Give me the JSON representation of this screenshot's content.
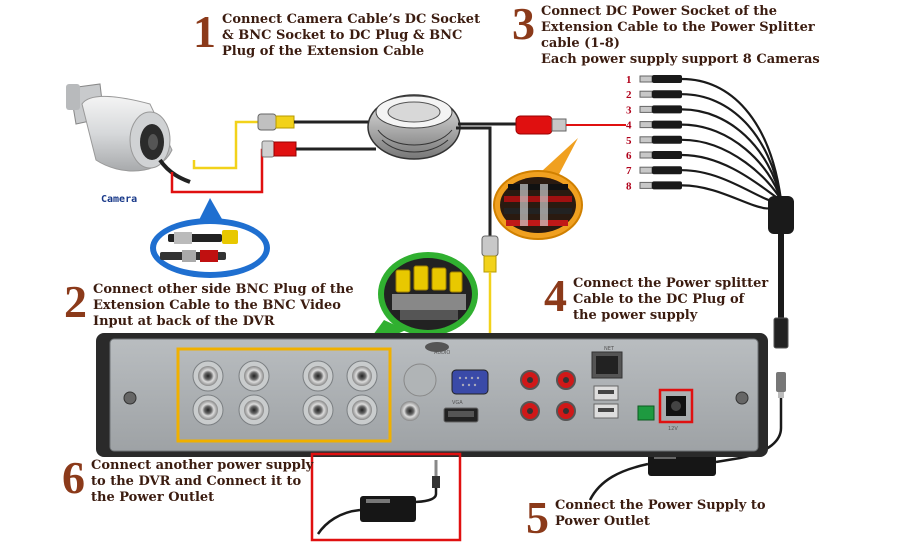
{
  "steps": [
    {
      "num": "1",
      "lines": [
        "Connect Camera Cable’s DC Socket",
        "& BNC Socket to DC Plug & BNC",
        "Plug of the Extension Cable"
      ]
    },
    {
      "num": "2",
      "lines": [
        "Connect other side BNC Plug of the",
        "Extension Cable to the BNC Video",
        "Input at back of the DVR"
      ]
    },
    {
      "num": "3",
      "lines": [
        "Connect DC Power Socket of the",
        "Extension Cable to the Power Splitter",
        "cable (1-8)",
        "Each power supply support 8 Cameras"
      ]
    },
    {
      "num": "4",
      "lines": [
        "Connect the Power splitter",
        "Cable to the DC Plug of",
        "the power supply"
      ]
    },
    {
      "num": "5",
      "lines": [
        "Connect the Power Supply to",
        "Power Outlet"
      ]
    },
    {
      "num": "6",
      "lines": [
        "Connect another power supply",
        "to the DVR and Connect it to",
        "the Power Outlet"
      ]
    }
  ],
  "camera_label": "Camera",
  "splitter_labels": [
    "1",
    "2",
    "3",
    "4",
    "5",
    "6",
    "7",
    "8"
  ],
  "colors": {
    "number": "#8b3a1a",
    "text": "#3b1c10",
    "video_cable": "#f2d21a",
    "power_cable": "#e01010",
    "dvr_body": "#2a2a2a",
    "dvr_panel": "#a9adb0",
    "highlight_box": "#f0b000",
    "callout_blue": "#1f6fd0",
    "callout_orange": "#f0a020",
    "callout_green": "#30b030"
  }
}
